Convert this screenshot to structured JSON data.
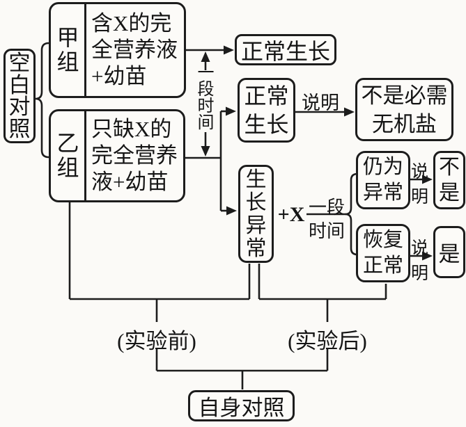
{
  "page": {
    "background_color": "#fbfaf7",
    "line_color": "#1c1c1c"
  },
  "boxes": {
    "blank_control": [
      "空",
      "白",
      "对",
      "照"
    ],
    "group_a_label": [
      "甲",
      "组"
    ],
    "group_a_content": [
      "含X的完",
      "全营养液",
      "+幼苗"
    ],
    "group_b_label": [
      "乙",
      "组"
    ],
    "group_b_content": [
      "只缺X的",
      "完全营养",
      "液+幼苗"
    ],
    "normal_growth_top": "正常生长",
    "normal_growth_mid": [
      "正常",
      "生长"
    ],
    "not_essential_salt": [
      "不是必需",
      "无机盐"
    ],
    "abnormal_growth": [
      "生",
      "长",
      "异",
      "常"
    ],
    "still_abnormal": [
      "仍为",
      "异常"
    ],
    "restored_normal": [
      "恢复",
      "正常"
    ],
    "answer_no": [
      "不",
      "是"
    ],
    "answer_yes": "是",
    "self_control": "自身对照"
  },
  "labels": {
    "period_of_time_1": [
      "一",
      "段",
      "时",
      "间"
    ],
    "explain_1": "说明",
    "plus_x": "+X",
    "period_2_top": "一段",
    "period_2_bottom": "时间",
    "explain_2_top": "说",
    "explain_2_bottom": "明",
    "explain_3_top": "说",
    "explain_3_bottom": "明",
    "before_experiment": "(实验前)",
    "after_experiment": "(实验后)"
  }
}
